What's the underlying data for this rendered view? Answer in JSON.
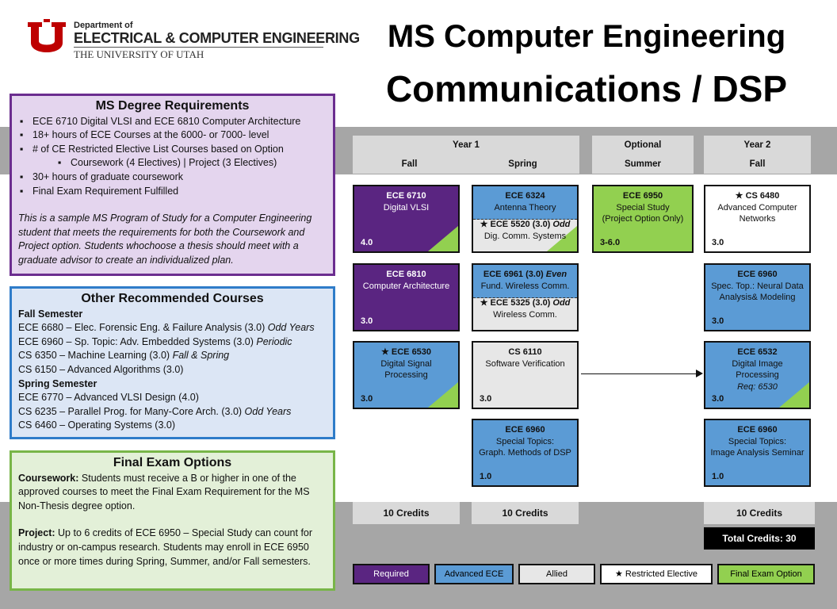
{
  "logo": {
    "line1": "Department of",
    "line2": "ELECTRICAL & COMPUTER ENGINEERING",
    "line3": "THE UNIVERSITY OF UTAH"
  },
  "title": {
    "line1": "MS Computer Engineering",
    "line2": "Communications / DSP"
  },
  "requirements": {
    "title": "MS Degree Requirements",
    "items": [
      "ECE 6710  Digital VLSI and ECE 6810  Computer Architecture",
      "18+ hours of ECE Courses at the 6000-  or 7000-  level",
      "# of CE Restricted Elective List Courses based on Option",
      "Coursework (4 Electives) |  Project (3 Electives)",
      "30+  hours of graduate coursework",
      "Final Exam Requirement Fulfilled"
    ],
    "note": "This is a sample MS Program of Study for a Computer Engineering student that meets the requirements for both the Coursework and Project option. Students whochoose a thesis should meet with a graduate advisor to create an individualized plan."
  },
  "recommended": {
    "title": "Other Recommended Courses",
    "fall_head": "Fall Semester",
    "fall": [
      {
        "text": "ECE 6680  – Elec. Forensic Eng. & Failure Analysis (3.0) ",
        "note": "Odd Years"
      },
      {
        "text": "ECE 6960  – Sp. Topic: Adv. Embedded Systems (3.0) ",
        "note": "Periodic"
      },
      {
        "text": "CS 6350  – Machine Learning (3.0) ",
        "note": "Fall & Spring"
      },
      {
        "text": "CS 6150  – Advanced Algorithms (3.0)",
        "note": ""
      }
    ],
    "spring_head": "Spring Semester",
    "spring": [
      {
        "text": "ECE 6770  – Advanced VLSI Design (4.0)",
        "note": ""
      },
      {
        "text": "CS 6235  – Parallel Prog. for Many-Core Arch. (3.0) ",
        "note": "Odd Years"
      },
      {
        "text": "CS 6460  – Operating Systems (3.0)",
        "note": ""
      }
    ]
  },
  "exam": {
    "title": "Final Exam Options",
    "coursework_label": "Coursework:",
    "coursework_text": " Students must receive a B or higher in one of the approved courses to meet the Final Exam Requirement for the MS Non-Thesis degree option.",
    "project_label": "Project:",
    "project_text": " Up to 6 credits of ECE 6950  – Special Study can count for industry or on-campus research. Students may enroll in ECE 6950 once or more times during Spring, Summer, and/or Fall semesters."
  },
  "headers": {
    "year1": "Year 1",
    "fall": "Fall",
    "spring": "Spring",
    "optional": "Optional",
    "summer": "Summer",
    "year2": "Year 2",
    "fall2": "Fall"
  },
  "courses": {
    "ece6710": {
      "code": "ECE 6710",
      "name": "Digital VLSI",
      "credits": "4.0"
    },
    "ece6810": {
      "code": "ECE 6810",
      "name": "Computer Architecture",
      "credits": "3.0"
    },
    "ece6530": {
      "code": "ECE 6530",
      "name1": "Digital Signal",
      "name2": "Processing",
      "credits": "3.0"
    },
    "ece6324": {
      "code": "ECE 6324",
      "name": "Antenna Theory",
      "alt_code": "ECE 5520 (3.0) ",
      "alt_note": "Odd",
      "alt_name": "Dig. Comm. Systems"
    },
    "ece6961": {
      "code": "ECE 6961 (3.0) ",
      "note": "Even",
      "name": "Fund. Wireless Comm.",
      "alt_code": "ECE 5325 (3.0) ",
      "alt_note": "Odd",
      "alt_name": "Wireless Comm."
    },
    "cs6110": {
      "code": "CS 6110",
      "name": "Software Verification",
      "credits": "3.0"
    },
    "ece6960a": {
      "code": "ECE 6960",
      "name1": "Special Topics:",
      "name2": "Graph. Methods of DSP",
      "credits": "1.0"
    },
    "ece6950": {
      "code": "ECE 6950",
      "name1": "Special Study",
      "name2": "(Project Option Only)",
      "credits": "3-6.0"
    },
    "cs6480": {
      "code": "CS 6480",
      "name1": "Advanced Computer",
      "name2": "Networks",
      "credits": "3.0"
    },
    "ece6960b": {
      "code": "ECE 6960",
      "name1": "Spec. Top.: Neural Data",
      "name2": "Analysis& Modeling",
      "credits": "3.0"
    },
    "ece6532": {
      "code": "ECE 6532",
      "name1": "Digital Image",
      "name2": "Processing",
      "req": "Req: 6530",
      "credits": "3.0"
    },
    "ece6960c": {
      "code": "ECE 6960",
      "name1": "Special Topics:",
      "name2": "Image Analysis Seminar",
      "credits": "1.0"
    }
  },
  "star": "★",
  "credits": {
    "fall1": "10 Credits",
    "spring1": "10 Credits",
    "fall2": "10 Credits",
    "total": "Total Credits: 30"
  },
  "legend": {
    "required": "Required",
    "advanced": "Advanced ECE",
    "allied": "Allied",
    "restricted": "Restricted Elective",
    "final": "Final Exam Option"
  },
  "colors": {
    "required": "#5a2581",
    "advanced": "#5b9bd5",
    "allied": "#e7e7e7",
    "final": "#92d050",
    "utah_red": "#be0000"
  }
}
